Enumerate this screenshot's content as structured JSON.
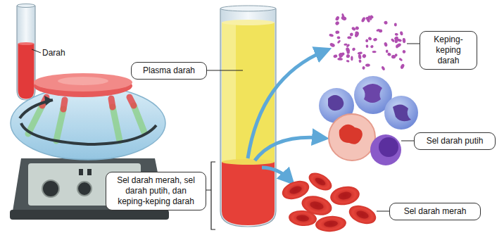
{
  "diagram": {
    "nodes": [
      {
        "text": [
          "Plasma darah"
        ]
      },
      {
        "text": [
          "Keping-keping darah"
        ]
      },
      {
        "text": [
          "Sel darah putih"
        ]
      },
      {
        "text": [
          "Sel darah merah, sel darah putih, dan keping-keping darah"
        ]
      },
      {
        "text": [
          "Sel darah merah"
        ]
      }
    ],
    "labels": [
      "Darah"
    ]
  }
}
